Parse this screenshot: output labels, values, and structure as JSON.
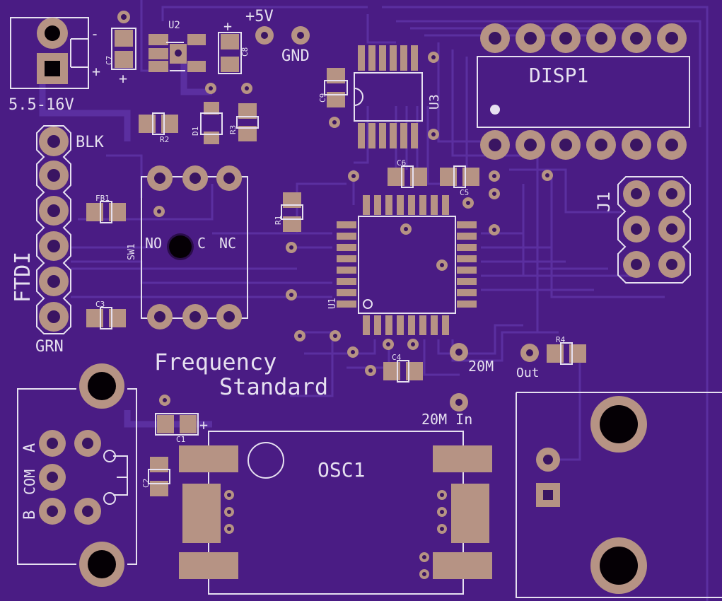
{
  "board": {
    "title_line1": "Frequency",
    "title_line2": "Standard"
  },
  "labels": {
    "power_input": "5.5-16V",
    "minus": "-",
    "plus": "+",
    "plus5v": "+5V",
    "gnd": "GND",
    "disp1": "DISP1",
    "j1": "J1",
    "u2": "U2",
    "u3": "U3",
    "u1": "U1",
    "c7": "C7",
    "c8": "C8",
    "c9": "C9",
    "c6": "C6",
    "c5": "C5",
    "c4": "C4",
    "c3": "C3",
    "c2": "C2",
    "c1": "C1",
    "r1": "R1",
    "r2": "R2",
    "r3": "R3",
    "r4": "R4",
    "d1": "D1",
    "fb1": "FB1",
    "sw1": "SW1",
    "no": "NO",
    "c": "C",
    "nc": "NC",
    "ftdi": "FTDI",
    "blk": "BLK",
    "grn": "GRN",
    "out20m": "20M",
    "in20m": "20M In",
    "out": "Out",
    "osc1": "OSC1",
    "b": "B",
    "com": "COM",
    "a": "A"
  },
  "colors": {
    "board": "#4a1c84",
    "trace": "#5b2fa0",
    "pad": "#b69384",
    "silkscreen": "#e6e0f0",
    "drill": "#050005"
  }
}
